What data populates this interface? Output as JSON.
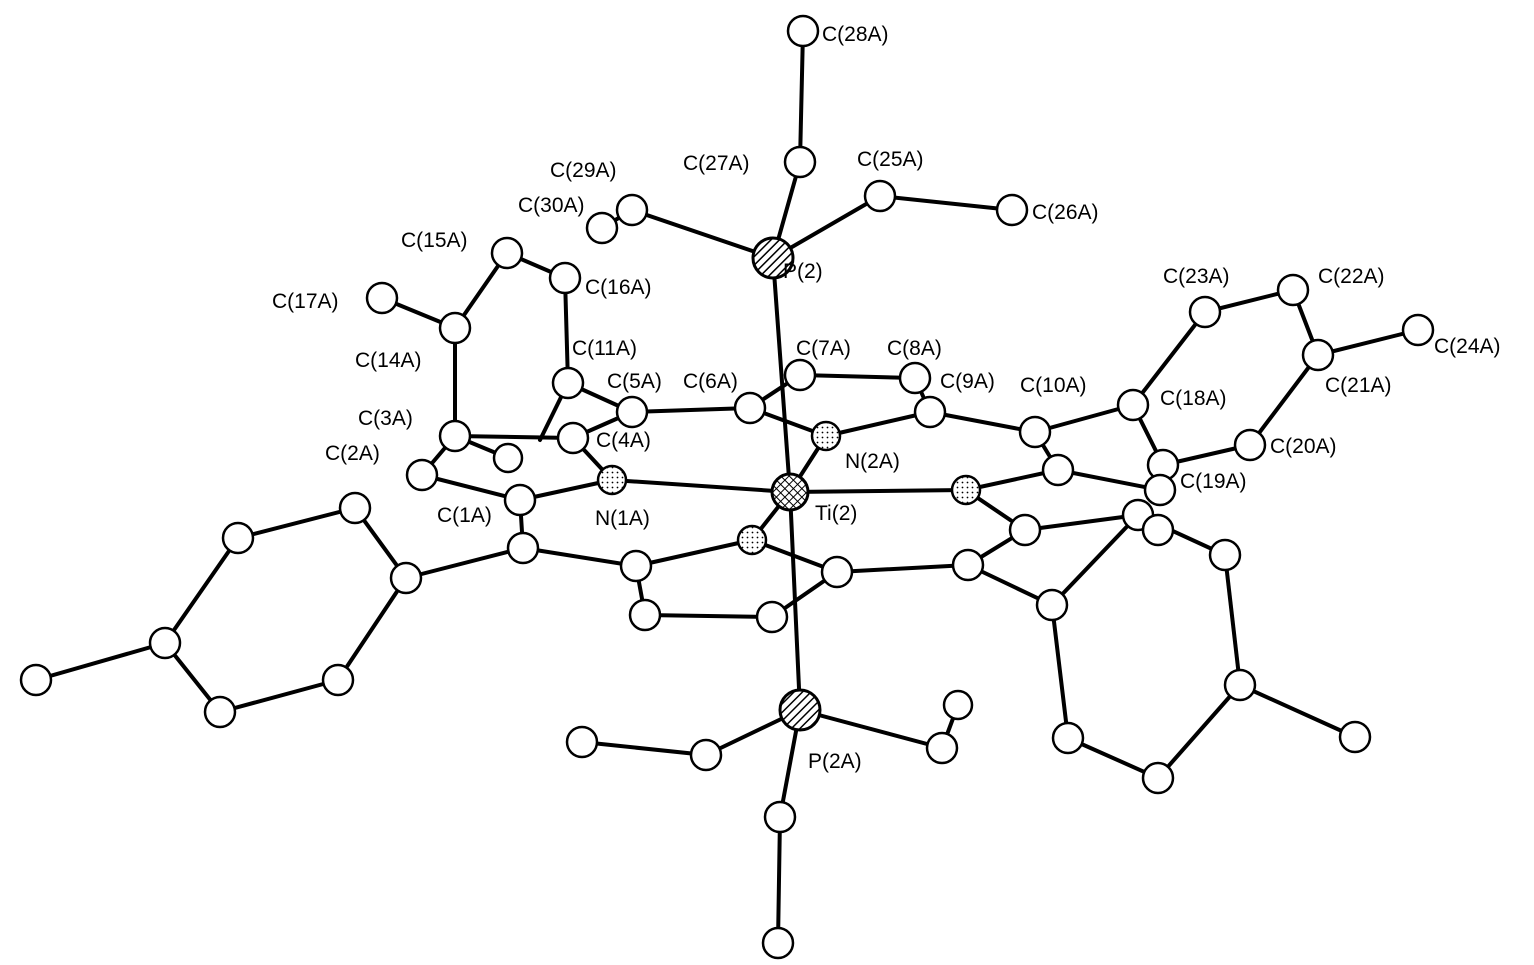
{
  "labels": {
    "C28A": "C(28A)",
    "C27A": "C(27A)",
    "C25A": "C(25A)",
    "C29A": "C(29A)",
    "C30A": "C(30A)",
    "C26A": "C(26A)",
    "C15A": "C(15A)",
    "P2": "P(2)",
    "C16A": "C(16A)",
    "C23A": "C(23A)",
    "C22A": "C(22A)",
    "C17A": "C(17A)",
    "C11A": "C(11A)",
    "C7A": "C(7A)",
    "C8A": "C(8A)",
    "C14A": "C(14A)",
    "C24A": "C(24A)",
    "C5A": "C(5A)",
    "C6A": "C(6A)",
    "C9A": "C(9A)",
    "C10A": "C(10A)",
    "C21A": "C(21A)",
    "C3A": "C(3A)",
    "C18A": "C(18A)",
    "C20A": "C(20A)",
    "C2A": "C(2A)",
    "C4A": "C(4A)",
    "N2A": "N(2A)",
    "C19A": "C(19A)",
    "C1A": "C(1A)",
    "N1A": "N(1A)",
    "Ti2": "Ti(2)",
    "P2A": "P(2A)"
  }
}
